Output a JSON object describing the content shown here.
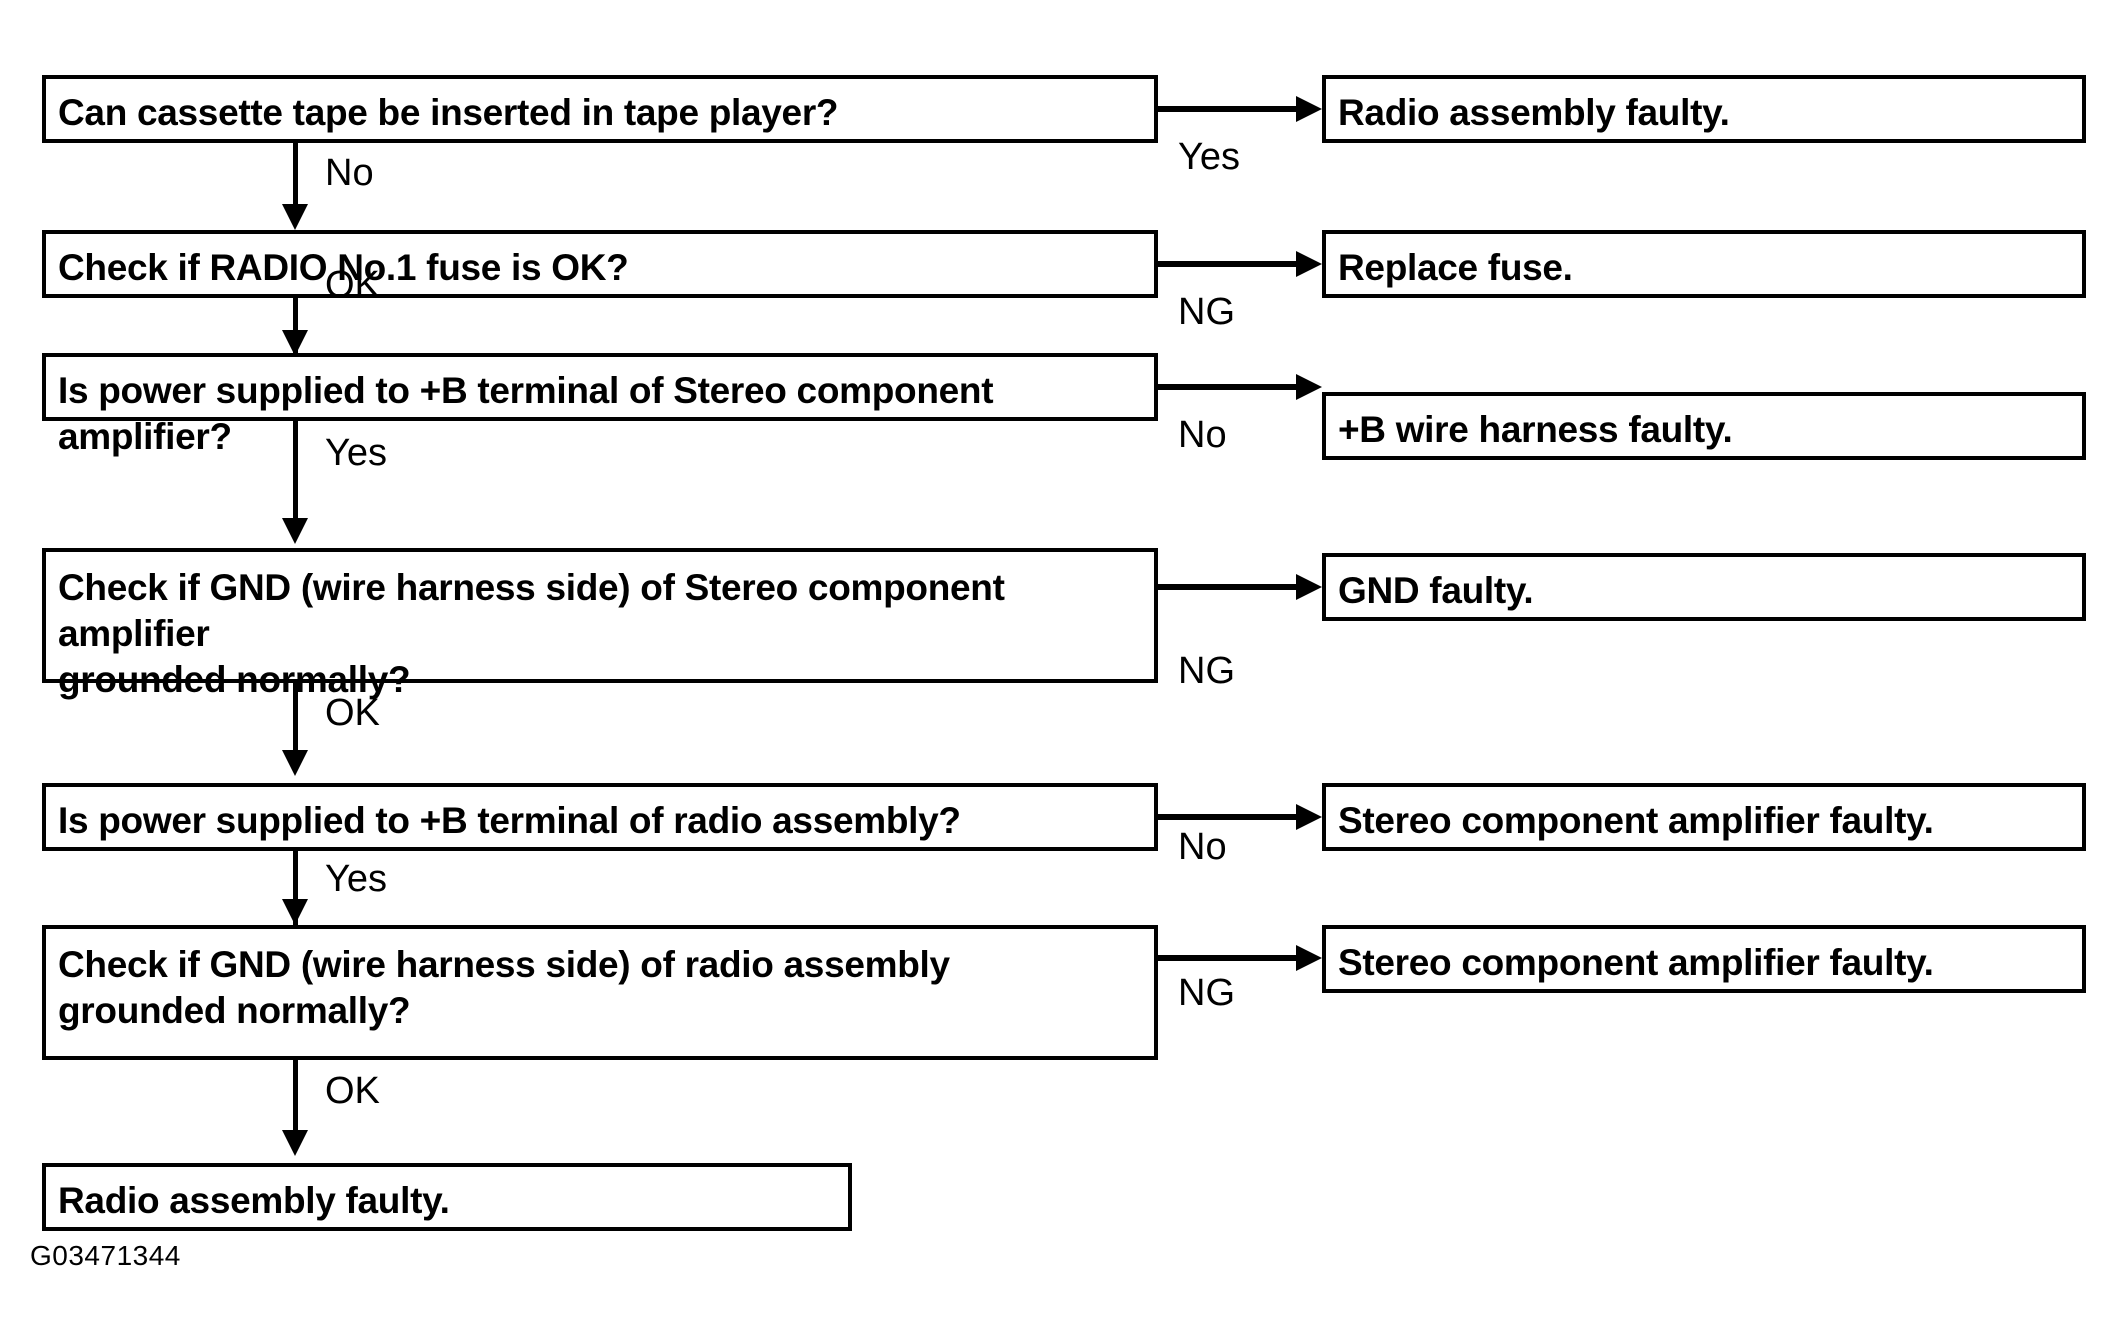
{
  "figure": {
    "reference_id": "G03471344",
    "ink_color": "#000000",
    "background_color": "#ffffff"
  },
  "nodes": {
    "q1": "Can cassette tape be inserted in tape player?",
    "q2": "Check if RADIO No.1 fuse is OK?",
    "q3": "Is power supplied to +B terminal of Stereo component amplifier?",
    "q4": "Check if GND (wire harness side) of Stereo component amplifier\ngrounded normally?",
    "q5": "Is power supplied to +B terminal of radio assembly?",
    "q6": "Check if GND (wire harness side) of radio assembly\ngrounded normally?",
    "q7": "Radio assembly faulty.",
    "r1": "Radio assembly faulty.",
    "r2": "Replace fuse.",
    "r3": "+B wire harness faulty.",
    "r4": "GND faulty.",
    "r5": "Stereo component amplifier faulty.",
    "r6": "Stereo component amplifier faulty."
  },
  "edges": {
    "e1_down": "No",
    "e1_right": "Yes",
    "e2_down": "OK",
    "e2_right": "NG",
    "e3_down": "Yes",
    "e3_right": "No",
    "e4_down": "OK",
    "e4_right": "NG",
    "e5_down": "Yes",
    "e5_right": "No",
    "e6_down": "OK",
    "e6_right": "NG"
  }
}
